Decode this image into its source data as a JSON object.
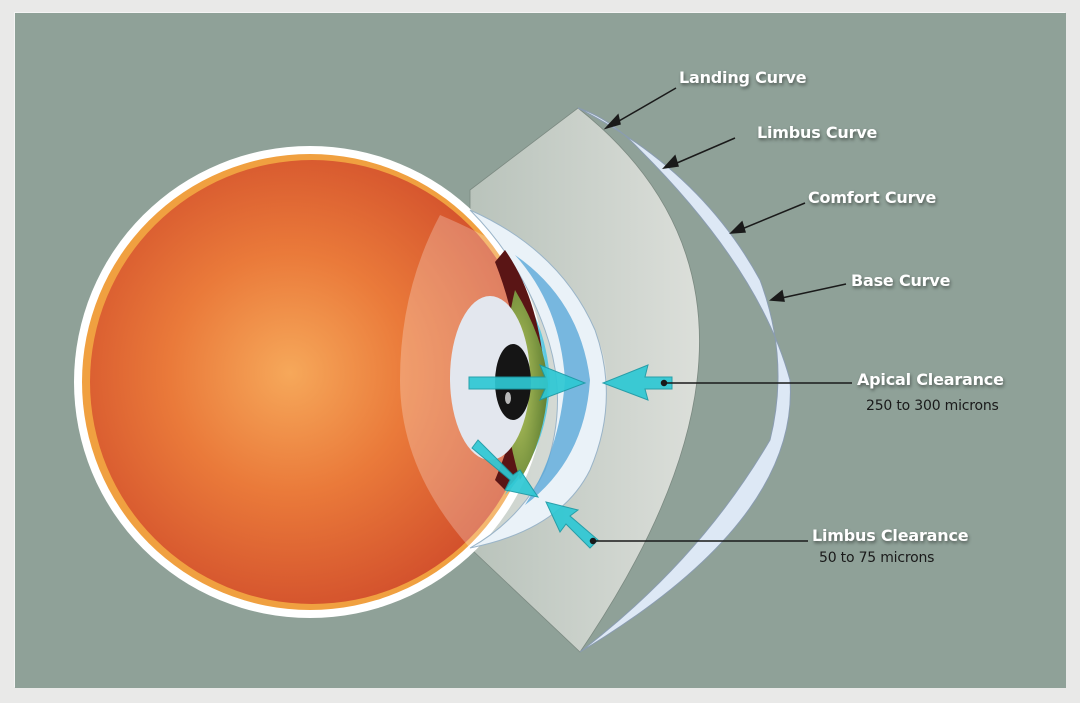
{
  "diagram": {
    "subject": "Scleral lens on eye cross-section",
    "colors": {
      "background": "#8fa198",
      "frame": "#e9e9e8",
      "eyeball": "#e0632e",
      "eyeball_highlight": "#f5a55a",
      "sclera_rim": "#f0a040",
      "lens_body": "#c9d0c9",
      "lens_edge": "#dde8f5",
      "arrow": "#2ec8d4",
      "iris": "#7a9a40"
    },
    "labels": {
      "landing_curve": "Landing Curve",
      "limbus_curve": "Limbus Curve",
      "comfort_curve": "Comfort Curve",
      "base_curve": "Base Curve",
      "apical_clearance": "Apical Clearance",
      "apical_clearance_value": "250 to 300 microns",
      "limbus_clearance": "Limbus Clearance",
      "limbus_clearance_value": "50 to 75 microns"
    }
  }
}
